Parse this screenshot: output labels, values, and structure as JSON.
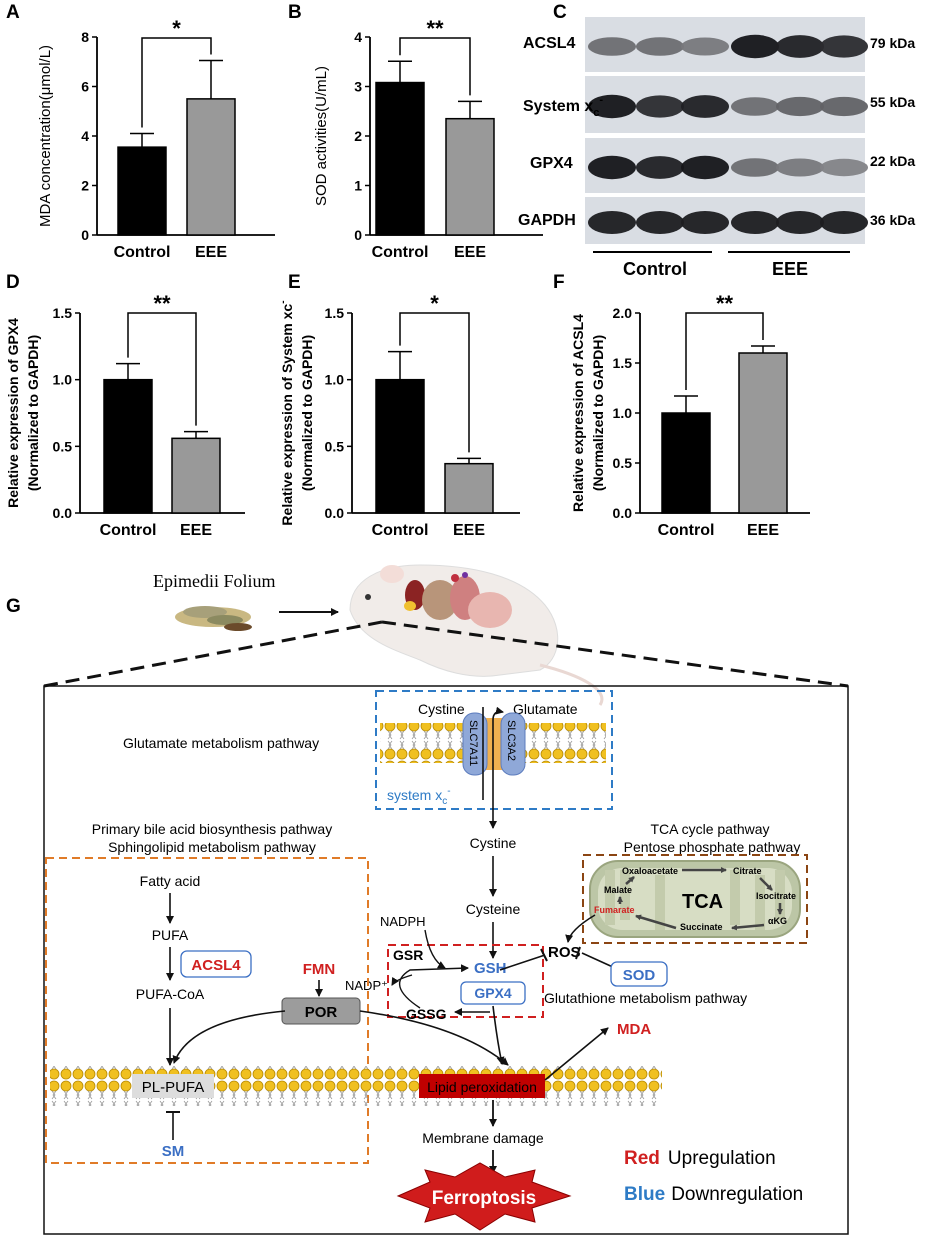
{
  "figure": {
    "panel_labels": [
      "A",
      "B",
      "C",
      "D",
      "E",
      "F",
      "G"
    ]
  },
  "chart_data": [
    {
      "panel": "A",
      "type": "bar",
      "categories": [
        "Control",
        "EEE"
      ],
      "values": [
        3.55,
        5.5
      ],
      "errors": [
        0.55,
        1.55
      ],
      "ylabel": "MDA concentration(μmol/L)",
      "ylim": [
        0,
        8
      ],
      "yticks": [
        "0",
        "2",
        "4",
        "6",
        "8"
      ],
      "significance": "*",
      "colors": [
        "#000000",
        "#999999"
      ]
    },
    {
      "panel": "B",
      "type": "bar",
      "categories": [
        "Control",
        "EEE"
      ],
      "values": [
        3.08,
        2.35
      ],
      "errors": [
        0.43,
        0.35
      ],
      "ylabel": "SOD activities(U/mL)",
      "ylim": [
        0,
        4
      ],
      "yticks": [
        "0",
        "1",
        "2",
        "3",
        "4"
      ],
      "significance": "**",
      "colors": [
        "#000000",
        "#999999"
      ]
    },
    {
      "panel": "D",
      "type": "bar",
      "categories": [
        "Control",
        "EEE"
      ],
      "values": [
        1.0,
        0.56
      ],
      "errors": [
        0.12,
        0.05
      ],
      "ylabel": "Relative expression of GPX4",
      "ylabel2": "(Normalized to GAPDH)",
      "ylim": [
        0,
        1.5
      ],
      "yticks": [
        "0.0",
        "0.5",
        "1.0",
        "1.5"
      ],
      "significance": "**",
      "colors": [
        "#000000",
        "#999999"
      ]
    },
    {
      "panel": "E",
      "type": "bar",
      "categories": [
        "Control",
        "EEE"
      ],
      "values": [
        1.0,
        0.37
      ],
      "errors": [
        0.21,
        0.04
      ],
      "ylabel": "Relative expression of System xc",
      "ylabel_sup": "-",
      "ylabel2": "(Normalized to GAPDH)",
      "ylim": [
        0,
        1.5
      ],
      "yticks": [
        "0.0",
        "0.5",
        "1.0",
        "1.5"
      ],
      "significance": "*",
      "colors": [
        "#000000",
        "#999999"
      ]
    },
    {
      "panel": "F",
      "type": "bar",
      "categories": [
        "Control",
        "EEE"
      ],
      "values": [
        1.0,
        1.6
      ],
      "errors": [
        0.17,
        0.07
      ],
      "ylabel": "Relative expression of ACSL4",
      "ylabel2": "(Normalized to GAPDH)",
      "ylim": [
        0,
        2.0
      ],
      "yticks": [
        "0.0",
        "0.5",
        "1.0",
        "1.5",
        "2.0"
      ],
      "significance": "**",
      "colors": [
        "#000000",
        "#999999"
      ]
    }
  ],
  "western_blot": {
    "rows": [
      {
        "protein": "ACSL4",
        "size": "79 kDa",
        "intensity": [
          0.55,
          0.55,
          0.5,
          0.95,
          0.9,
          0.85
        ]
      },
      {
        "protein_main": "System x",
        "protein_sub": "c",
        "protein_sup": "-",
        "size": "55 kDa",
        "intensity": [
          0.95,
          0.85,
          0.9,
          0.55,
          0.6,
          0.6
        ]
      },
      {
        "protein": "GPX4",
        "size": "22 kDa",
        "intensity": [
          0.95,
          0.9,
          0.95,
          0.55,
          0.5,
          0.45
        ]
      },
      {
        "protein": "GAPDH",
        "size": "36 kDa",
        "intensity": [
          0.92,
          0.92,
          0.92,
          0.92,
          0.92,
          0.92
        ]
      }
    ],
    "groups": [
      "Control",
      "EEE"
    ]
  },
  "diagram": {
    "source_label": "Epimedii Folium",
    "glutamate_pathway": "Glutamate metabolism pathway",
    "cystine_top": "Cystine",
    "glutamate": "Glutamate",
    "slc7a11": "SLC7A11",
    "slc3a2": "SLC3A2",
    "system_xc_main": "system x",
    "system_xc_sub": "c",
    "system_xc_sup": "-",
    "tca_pathway": "TCA cycle pathway",
    "pentose_pathway": "Pentose phosphate pathway",
    "bile_pathway": "Primary bile acid biosynthesis pathway",
    "sphingo_pathway": "Sphingolipid metabolism pathway",
    "cystine_mid": "Cystine",
    "cysteine": "Cysteine",
    "nadph": "NADPH",
    "gsr": "GSR",
    "nadp": "NADP⁺",
    "gsh": "GSH",
    "gpx4": "GPX4",
    "gssg": "GSSG",
    "ros": "ROS",
    "sod": "SOD",
    "glutathione_pathway": "Glutathione metabolism pathway",
    "fatty_acid": "Fatty acid",
    "pufa": "PUFA",
    "acsl4": "ACSL4",
    "pufa_coa": "PUFA-CoA",
    "fmn": "FMN",
    "por": "POR",
    "pl_pufa": "PL-PUFA",
    "sm": "SM",
    "lipid_perox": "Lipid peroxidation",
    "mda": "MDA",
    "membrane_damage": "Membrane damage",
    "ferroptosis": "Ferroptosis",
    "tca": {
      "center": "TCA",
      "oxaloacetate": "Oxaloacetate",
      "citrate": "Citrate",
      "isocitrate": "Isocitrate",
      "akg": "αKG",
      "succinate": "Succinate",
      "fumarate": "Fumarate",
      "malate": "Malate"
    },
    "legend": {
      "red_word": "Red",
      "red_text": "Upregulation",
      "blue_word": "Blue",
      "blue_text": "Downregulation"
    }
  }
}
